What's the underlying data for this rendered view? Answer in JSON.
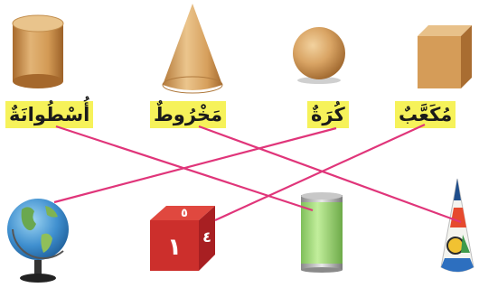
{
  "shapes": {
    "cylinder": {
      "label": "أُسْطُوانَةٌ"
    },
    "cone": {
      "label": "مَخْرُوطٌ"
    },
    "sphere": {
      "label": "كُرَةٌ"
    },
    "cube": {
      "label": "مُكَعَّبٌ"
    }
  },
  "dice": {
    "front_digit": "١",
    "side_digit": "٤",
    "top_digit": "٥"
  },
  "colors": {
    "label_highlight": "#f6f25a",
    "match_line": "#e0357a",
    "wood": "#d8a25a"
  },
  "matches": [
    {
      "shape": "cylinder",
      "object": "can"
    },
    {
      "shape": "cone",
      "object": "party-hat"
    },
    {
      "shape": "sphere",
      "object": "globe"
    },
    {
      "shape": "cube",
      "object": "dice"
    }
  ]
}
